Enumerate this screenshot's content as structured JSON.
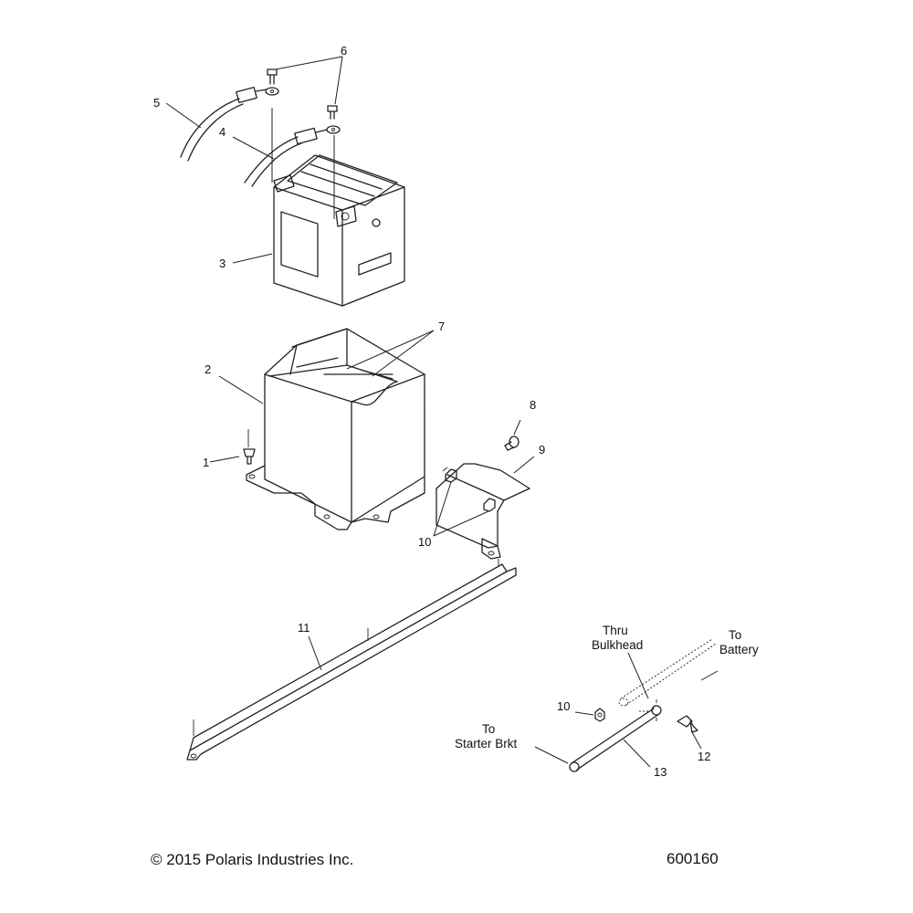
{
  "callouts": [
    "1",
    "2",
    "3",
    "4",
    "5",
    "6",
    "7",
    "8",
    "9",
    "10",
    "10",
    "11",
    "12",
    "13"
  ],
  "notes": {
    "thru": "Thru",
    "bulkhead": "Bulkhead",
    "to_battery_1": "To",
    "to_battery_2": "Battery",
    "to_starter_1": "To",
    "to_starter_2": "Starter Brkt"
  },
  "footer": {
    "copyright": "© 2015 Polaris Industries Inc.",
    "figure_number": "600160"
  }
}
